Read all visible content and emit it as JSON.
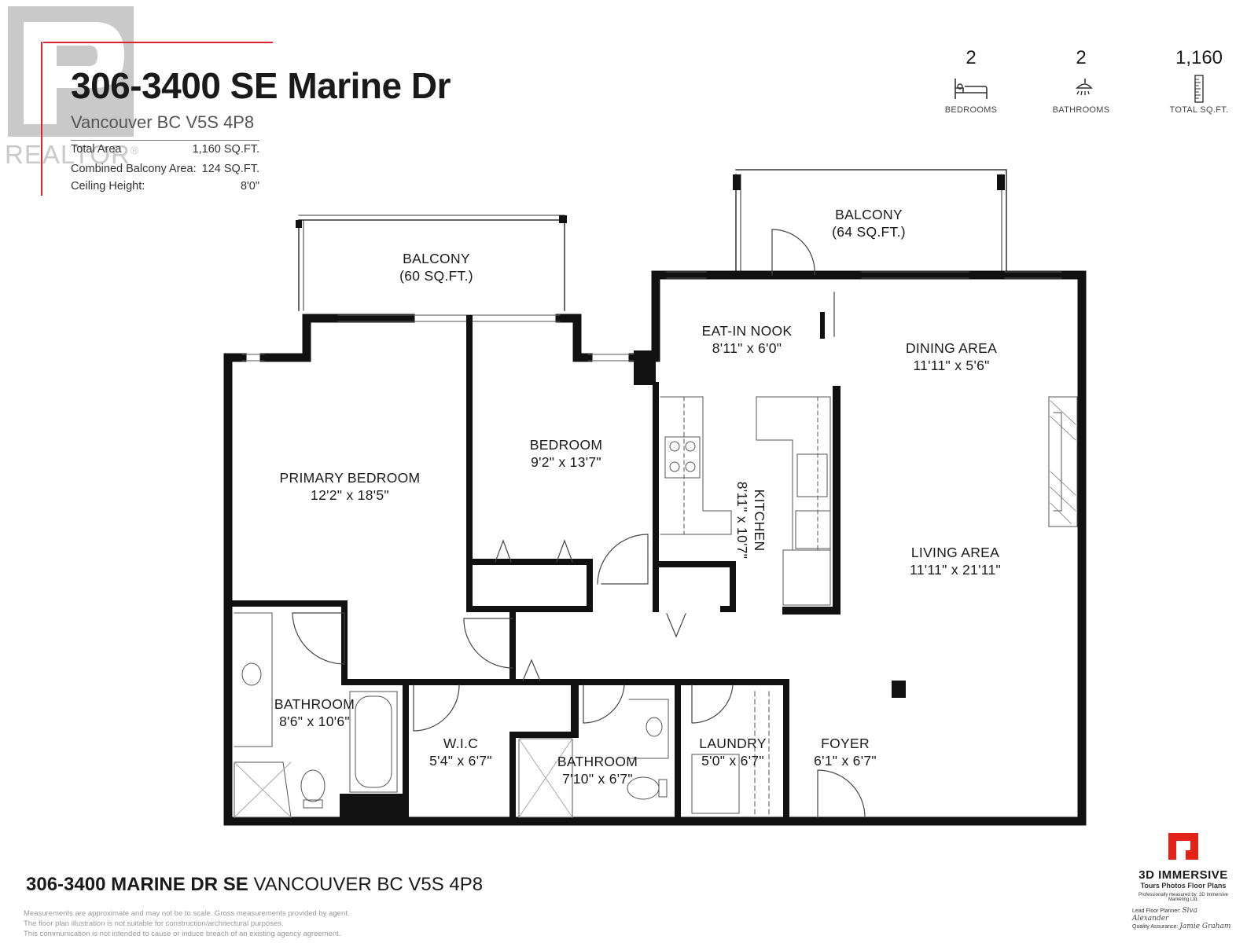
{
  "header": {
    "title": "306-3400 SE Marine Dr",
    "subtitle": "Vancouver BC V5S 4P8",
    "details": [
      {
        "label": "Total Area",
        "value": "1,160 SQ.FT."
      },
      {
        "label": "Combined Balcony Area:",
        "value": "124 SQ.FT."
      },
      {
        "label": "Ceiling Height:",
        "value": "8'0\""
      }
    ]
  },
  "logo": {
    "word": "REALTOR",
    "mark": "®",
    "color": "#c9c9c9",
    "accent": "#d9232e"
  },
  "stats": [
    {
      "value": "2",
      "label": "BEDROOMS",
      "icon": "bed-icon"
    },
    {
      "value": "2",
      "label": "BATHROOMS",
      "icon": "shower-icon"
    },
    {
      "value": "1,160",
      "label": "TOTAL SQ.FT.",
      "icon": "ruler-icon"
    }
  ],
  "rooms": {
    "balcony_left": {
      "name": "BALCONY",
      "size": "(60 SQ.FT.)"
    },
    "balcony_right": {
      "name": "BALCONY",
      "size": "(64 SQ.FT.)"
    },
    "eat_in_nook": {
      "name": "EAT-IN NOOK",
      "size": "8'11\" x 6'0\""
    },
    "dining": {
      "name": "DINING AREA",
      "size": "11'11\" x 5'6\""
    },
    "bedroom": {
      "name": "BEDROOM",
      "size": "9'2\" x 13'7\""
    },
    "primary": {
      "name": "PRIMARY BEDROOM",
      "size": "12'2\" x 18'5\""
    },
    "kitchen": {
      "name": "KITCHEN",
      "size": "8'11\" x 10'7\""
    },
    "living": {
      "name": "LIVING AREA",
      "size": "11'11\" x 21'11\""
    },
    "bath_main": {
      "name": "BATHROOM",
      "size": "8'6\" x 10'6\""
    },
    "wic": {
      "name": "W.I.C",
      "size": "5'4\" x 6'7\""
    },
    "bath_2": {
      "name": "BATHROOM",
      "size": "7'10\" x 6'7\""
    },
    "laundry": {
      "name": "LAUNDRY",
      "size": "5'0\" x 6'7\""
    },
    "foyer": {
      "name": "FOYER",
      "size": "6'1\" x 6'7\""
    }
  },
  "footer": {
    "address_bold": "306-3400 MARINE DR SE",
    "address_rest": "VANCOUVER BC V5S 4P8",
    "disclaimers": [
      "Measurements are approximate and may not be to scale. Gross measurements provided by agent.",
      "The floor plan illustration is not suitable for construction/architectural purposes.",
      "This communication is not intended to cause or induce breach of an existing agency agreement."
    ]
  },
  "brand": {
    "name": "3D IMMERSIVE",
    "tagline": "Tours  Photos  Floor Plans",
    "measured_by": "Professionally measured by: 3D Immersive Marketing Ltd.",
    "planner_label": "Lead Floor Planner:",
    "planner_sig": "Siva Alexander",
    "qa_label": "Quality Assurance:",
    "qa_sig": "Jamie Graham",
    "color": "#e2231a"
  }
}
